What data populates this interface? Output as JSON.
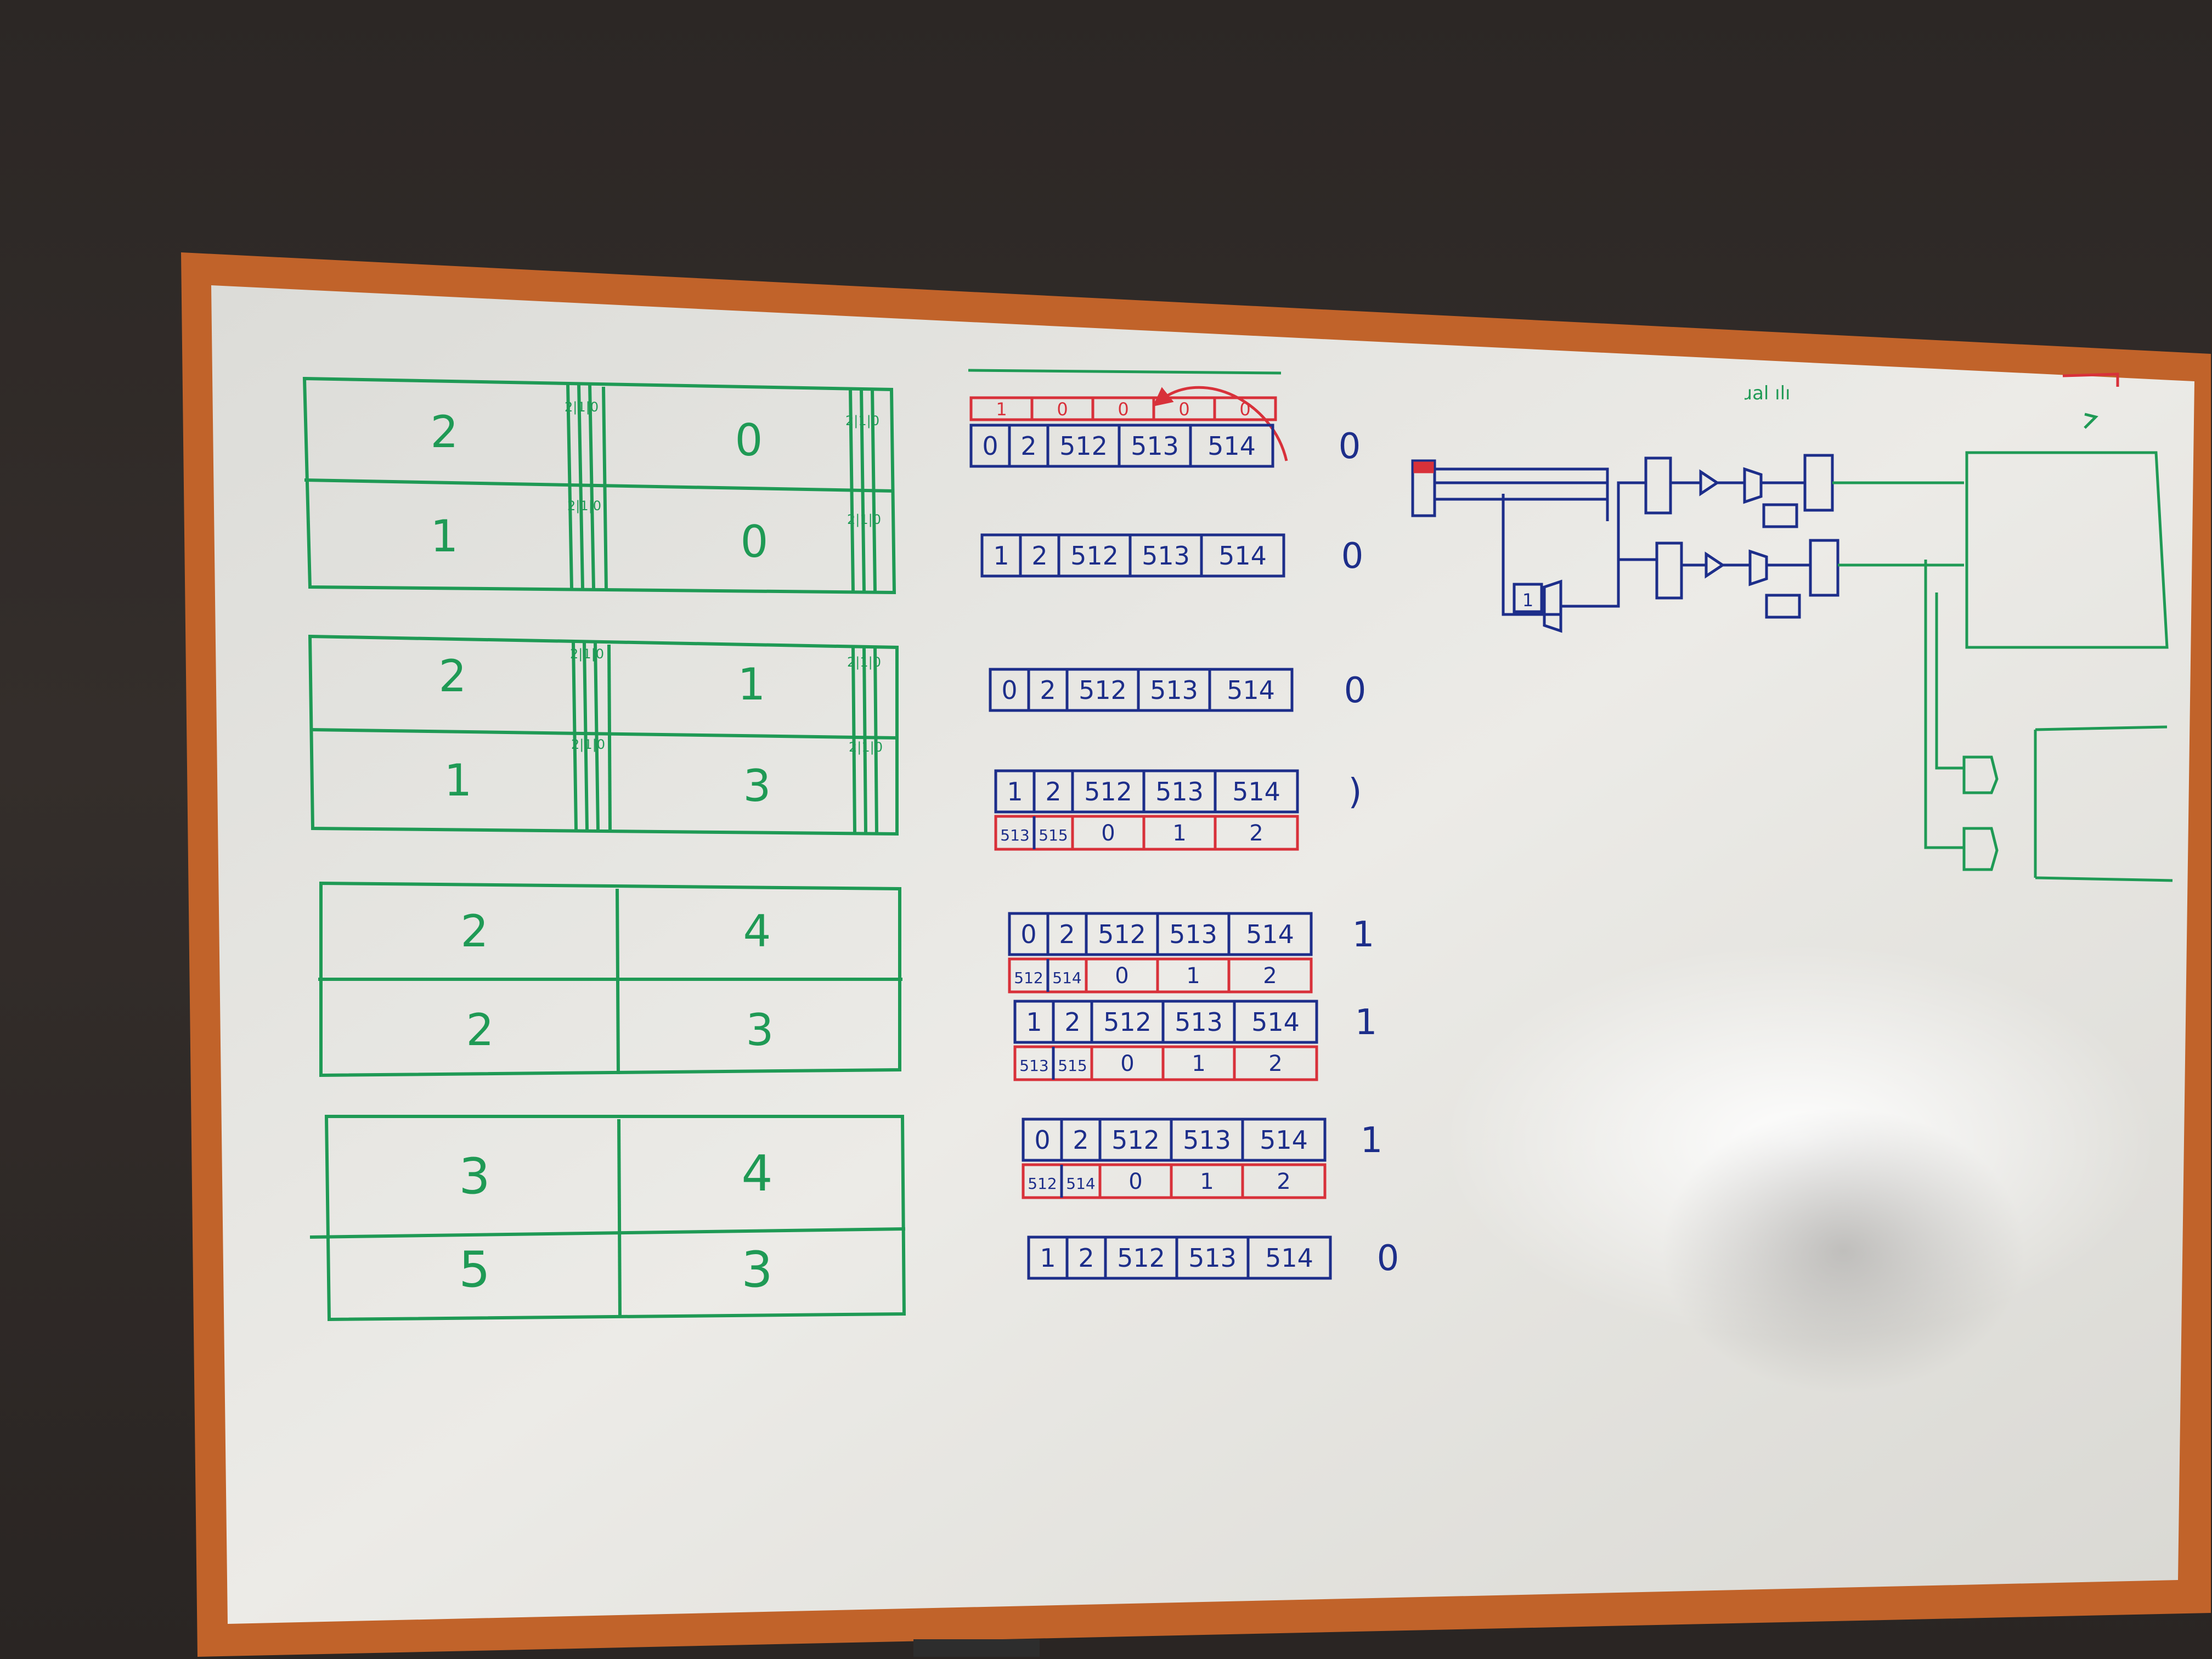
{
  "colors": {
    "wall": "#2c2725",
    "frame": "#c1632a",
    "board": "#e9e8e4",
    "green_marker": "#1f9a55",
    "blue_marker": "#1d2e8a",
    "red_marker": "#d8313a"
  },
  "whiteboard": {
    "green_grids": [
      {
        "cells": [
          "2",
          "0",
          "1",
          "0"
        ],
        "tags": [
          "2|1|0",
          "2|1|0",
          "2|1|0",
          "2|1|0"
        ]
      },
      {
        "cells": [
          "2",
          "1",
          "1",
          "3"
        ],
        "tags": [
          "2|1|0",
          "2|1|0",
          "2|1|0",
          "2|1|0"
        ]
      },
      {
        "cells": [
          "2",
          "4",
          "2",
          "3"
        ]
      },
      {
        "cells": [
          "3",
          "4",
          "5",
          "3"
        ]
      }
    ],
    "top_flags": [
      "1",
      "0",
      "0",
      "0",
      "0"
    ],
    "arrays": [
      {
        "cells": [
          "0",
          "2",
          "512",
          "513",
          "514"
        ],
        "result": "0"
      },
      {
        "cells": [
          "1",
          "2",
          "512",
          "513",
          "514"
        ],
        "result": "0"
      },
      {
        "cells": [
          "0",
          "2",
          "512",
          "513",
          "514"
        ],
        "result": "0"
      },
      {
        "cells": [
          "1",
          "2",
          "512",
          "513",
          "514"
        ],
        "red_cells": [
          "513",
          "515",
          "0",
          "1",
          "2"
        ],
        "result": ")"
      },
      {
        "cells": [
          "0",
          "2",
          "512",
          "513",
          "514"
        ],
        "red_cells": [
          "512",
          "514",
          "0",
          "1",
          "2"
        ],
        "result": "1"
      },
      {
        "cells": [
          "1",
          "2",
          "512",
          "513",
          "514"
        ],
        "red_cells": [
          "513",
          "515",
          "0",
          "1",
          "2"
        ],
        "result": "1"
      },
      {
        "cells": [
          "0",
          "2",
          "512",
          "513",
          "514"
        ],
        "red_cells": [
          "512",
          "514",
          "0",
          "1",
          "2"
        ],
        "result": "1"
      },
      {
        "cells": [
          "1",
          "2",
          "512",
          "513",
          "514"
        ],
        "result": "0"
      }
    ],
    "circuit": {
      "const_box": "1",
      "scribble": "ɹal ılı"
    }
  }
}
